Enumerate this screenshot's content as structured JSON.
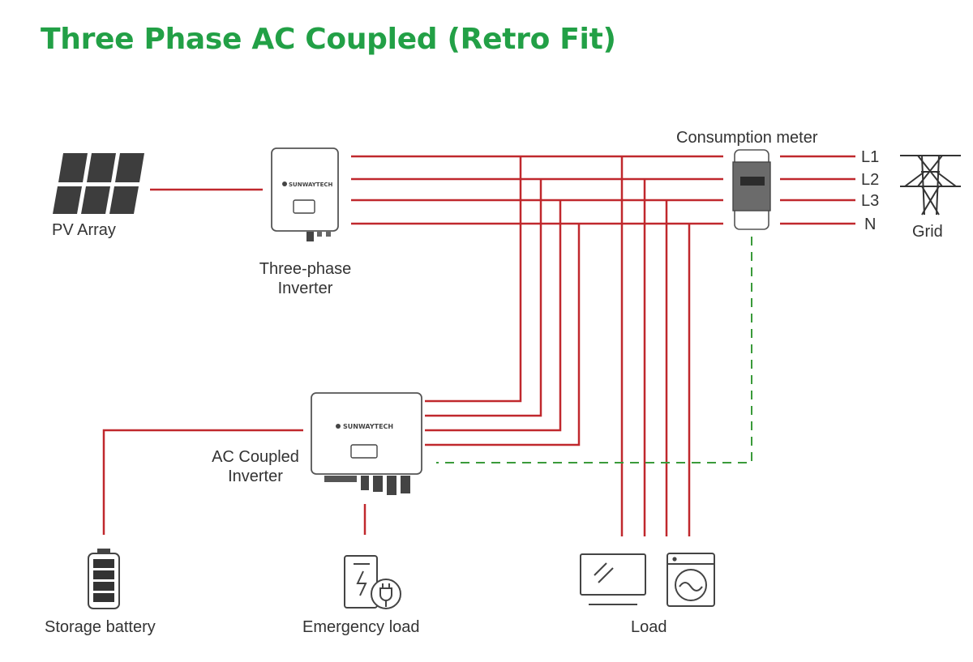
{
  "title": "Three Phase AC Coupled (Retro Fit)",
  "colors": {
    "title": "#22a046",
    "ac_line": "#c0282d",
    "comm_line": "#3a9a3a"
  },
  "labels": {
    "pv_array": "PV Array",
    "three_phase_inverter_line1": "Three-phase",
    "three_phase_inverter_line2": "Inverter",
    "consumption_meter": "Consumption meter",
    "grid": "Grid",
    "ac_coupled_inverter_line1": "AC Coupled",
    "ac_coupled_inverter_line2": "Inverter",
    "storage_battery": "Storage battery",
    "emergency_load": "Emergency load",
    "load": "Load"
  },
  "phases": [
    "L1",
    "L2",
    "L3",
    "N"
  ],
  "brand": "SUNWAYTECH",
  "icons": [
    "solar-panel-icon",
    "inverter-icon",
    "meter-icon",
    "pylon-icon",
    "battery-icon",
    "emergency-load-icon",
    "tv-icon",
    "washing-machine-icon"
  ]
}
